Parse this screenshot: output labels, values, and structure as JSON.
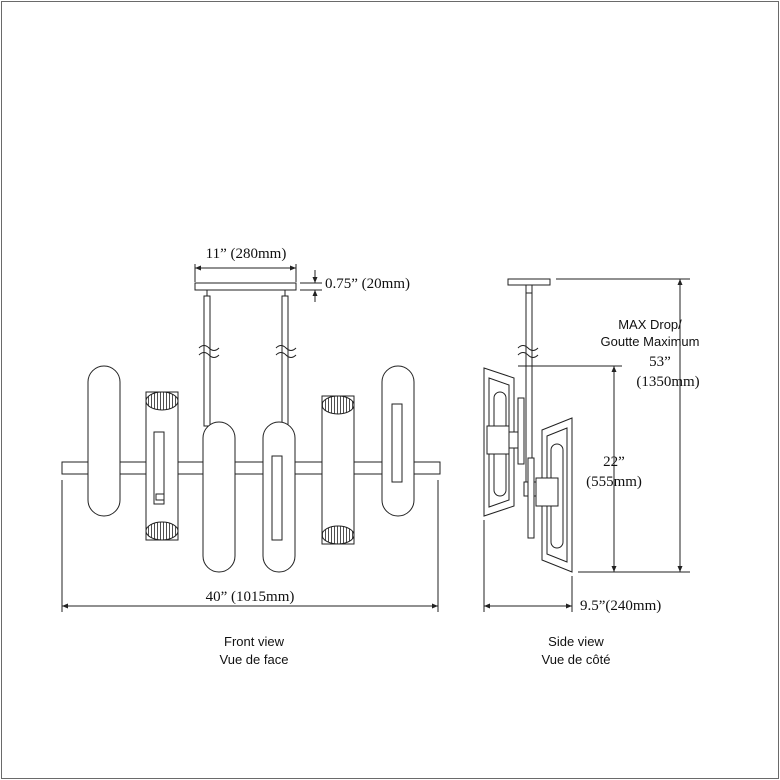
{
  "front": {
    "width_top": "11” (280mm)",
    "canopy_height": "0.75” (20mm)",
    "overall_width": "40” (1015mm)",
    "caption_en": "Front view",
    "caption_fr": "Vue de face"
  },
  "side": {
    "max_drop_line1": "MAX Drop/",
    "max_drop_line2": "Goutte Maximum",
    "max_drop_in": "53”",
    "max_drop_mm": "(1350mm)",
    "body_height_in": "22”",
    "body_height_mm": "(555mm)",
    "depth": "9.5”(240mm)",
    "caption_en": "Side view",
    "caption_fr": "Vue de côté"
  },
  "colors": {
    "line": "#222222",
    "border": "#6a6a6a",
    "background": "#ffffff"
  }
}
